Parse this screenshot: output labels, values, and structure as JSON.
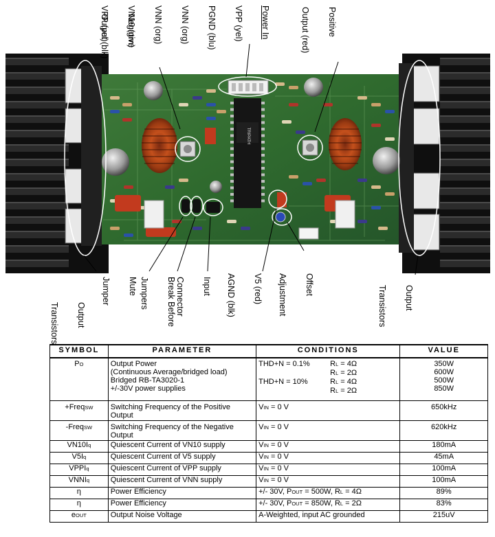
{
  "labels": {
    "power_in": {
      "title": "Power In",
      "lines": [
        "VPP (yel)",
        "PGND (blu)",
        "VNN (org)",
        "VNN (org)",
        "VN10 (grn)",
        "VPP (yel)"
      ]
    },
    "negative_output": [
      "Negative",
      "Output (blk)"
    ],
    "positive_output": [
      "Positive",
      "Output (red)"
    ],
    "output_transistors_left": [
      "Output",
      "Transistors"
    ],
    "mute_jumper": [
      "Mute",
      "Jumper"
    ],
    "break_before": [
      "Break Before",
      "Jumpers"
    ],
    "input_connector": [
      "Input",
      "Connector"
    ],
    "v5_agnd": [
      "V5 (red)",
      "AGND (blk)"
    ],
    "offset_adjust": [
      "Offset",
      "Adjustment"
    ],
    "output_transistors_right": [
      "Output",
      "Transistors"
    ],
    "chip_brand": "TRIPATH"
  },
  "table": {
    "headers": [
      "SYMBOL",
      "PARAMETER",
      "CONDITIONS",
      "VALUE"
    ],
    "rows": [
      {
        "symbol": "P",
        "symbol_sub": "O",
        "parameter": [
          "Output Power",
          "(Continuous Average/bridged load)",
          "Bridged RB-TA3020-1",
          "+/-30V power supplies"
        ],
        "conditions": [
          {
            "thd": "THD+N = 0.1%",
            "rl": "R",
            "rl_sub": "L",
            "rl_val": " = 4Ω"
          },
          {
            "thd": "",
            "rl": "R",
            "rl_sub": "L",
            "rl_val": " = 2Ω"
          },
          {
            "thd": "THD+N = 10%",
            "rl": "R",
            "rl_sub": "L",
            "rl_val": " = 4Ω"
          },
          {
            "thd": "",
            "rl": "R",
            "rl_sub": "L",
            "rl_val": " = 2Ω"
          }
        ],
        "values": [
          "350W",
          "600W",
          "500W",
          "850W"
        ]
      },
      {
        "symbol": "+Freq",
        "symbol_sub": "SW",
        "parameter": "Switching Frequency of the Positive Output",
        "cond_main": "V",
        "cond_sub": "IN",
        "cond_rest": " = 0 V",
        "value": "650kHz"
      },
      {
        "symbol": "-Freq",
        "symbol_sub": "SW",
        "parameter": "Switching Frequency of the Negative Output",
        "cond_main": "V",
        "cond_sub": "IN",
        "cond_rest": " = 0 V",
        "value": "620kHz"
      },
      {
        "symbol": "VN10I",
        "symbol_sub": "q",
        "parameter": "Quiescent Current of VN10 supply",
        "cond_main": "V",
        "cond_sub": "IN",
        "cond_rest": " = 0 V",
        "value": "180mA"
      },
      {
        "symbol": "V5I",
        "symbol_sub": "q",
        "parameter": "Quiescent Current of V5 supply",
        "cond_main": "V",
        "cond_sub": "IN",
        "cond_rest": " = 0 V",
        "value": "45mA"
      },
      {
        "symbol": "VPPI",
        "symbol_sub": "q",
        "parameter": "Quiescent Current of VPP supply",
        "cond_main": "V",
        "cond_sub": "IN",
        "cond_rest": " = 0 V",
        "value": "100mA"
      },
      {
        "symbol": "VNNI",
        "symbol_sub": "q",
        "parameter": "Quiescent Current of VNN supply",
        "cond_main": "V",
        "cond_sub": "IN",
        "cond_rest": " = 0 V",
        "value": "100mA"
      },
      {
        "symbol": "η",
        "symbol_sub": "",
        "parameter": "Power Efficiency",
        "cond_main": "+/- 30V, P",
        "cond_sub": "OUT",
        "cond_rest": " = 500W, R",
        "cond_sub2": "L",
        "cond_rest2": " = 4Ω",
        "value": "89%"
      },
      {
        "symbol": "η",
        "symbol_sub": "",
        "parameter": "Power Efficiency",
        "cond_main": "+/- 30V, P",
        "cond_sub": "OUT",
        "cond_rest": " = 850W, R",
        "cond_sub2": "L",
        "cond_rest2": " = 2Ω",
        "value": "83%"
      },
      {
        "symbol": "e",
        "symbol_sub": "OUT",
        "parameter": "Output Noise Voltage",
        "cond_main": "A-Weighted, input AC grounded",
        "cond_sub": "",
        "cond_rest": "",
        "value": "215uV"
      }
    ]
  }
}
